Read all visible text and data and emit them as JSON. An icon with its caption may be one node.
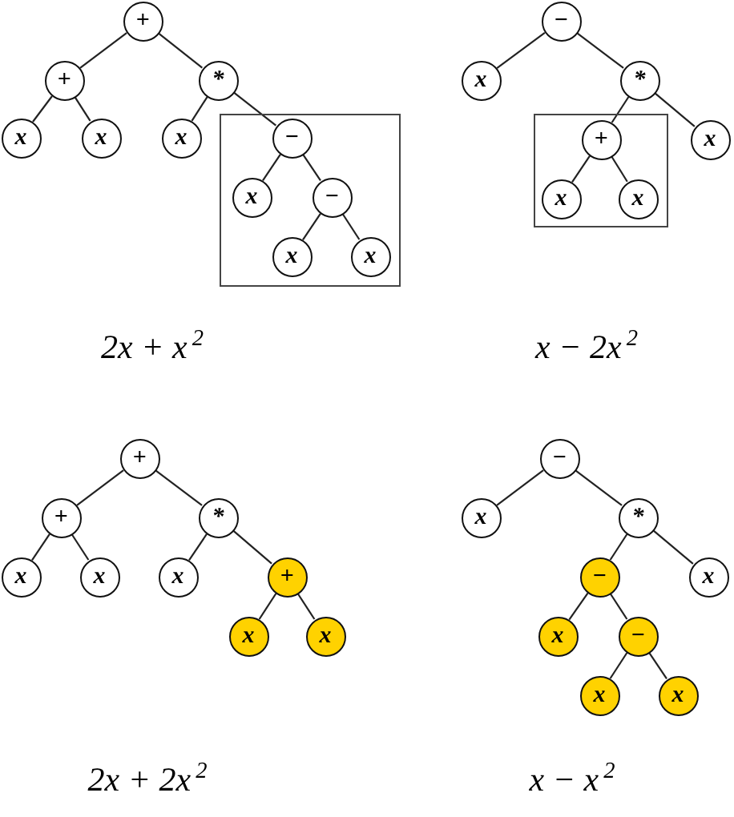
{
  "diagram": {
    "nodes": [
      {
        "text": [
          "+"
        ]
      },
      {
        "text": [
          "+"
        ]
      },
      {
        "text": [
          "*"
        ]
      },
      {
        "text": [
          "x"
        ]
      },
      {
        "text": [
          "x"
        ]
      },
      {
        "text": [
          "x"
        ]
      },
      {
        "text": [],
        "shape": "box"
      },
      {
        "text": [
          "−"
        ],
        "in": 6
      },
      {
        "text": [
          "x"
        ],
        "in": 6
      },
      {
        "text": [
          "−"
        ],
        "in": 6
      },
      {
        "text": [
          "x"
        ],
        "in": 6
      },
      {
        "text": [
          "x"
        ],
        "in": 6
      },
      {
        "text": [
          "−"
        ]
      },
      {
        "text": [
          "x"
        ]
      },
      {
        "text": [
          "*"
        ]
      },
      {
        "text": [],
        "shape": "box"
      },
      {
        "text": [
          "+"
        ],
        "in": 15
      },
      {
        "text": [
          "x"
        ]
      },
      {
        "text": [
          "x"
        ],
        "in": 15
      },
      {
        "text": [
          "x"
        ],
        "in": 15
      },
      {
        "text": [
          "+"
        ]
      },
      {
        "text": [
          "+"
        ]
      },
      {
        "text": [
          "*"
        ]
      },
      {
        "text": [
          "x"
        ]
      },
      {
        "text": [
          "x"
        ]
      },
      {
        "text": [
          "x"
        ]
      },
      {
        "text": [
          "+"
        ]
      },
      {
        "text": [
          "x"
        ]
      },
      {
        "text": [
          "x"
        ]
      },
      {
        "text": [
          "−"
        ]
      },
      {
        "text": [
          "x"
        ]
      },
      {
        "text": [
          "*"
        ]
      },
      {
        "text": [
          "−"
        ]
      },
      {
        "text": [
          "x"
        ]
      },
      {
        "text": [
          "x"
        ]
      },
      {
        "text": [
          "−"
        ]
      },
      {
        "text": [
          "x"
        ]
      },
      {
        "text": [
          "x"
        ]
      }
    ],
    "edges": [
      {
        "from": 0,
        "to": 1,
        "arrow": "none"
      },
      {
        "from": 0,
        "to": 2,
        "arrow": "none"
      },
      {
        "from": 1,
        "to": 3,
        "arrow": "none"
      },
      {
        "from": 1,
        "to": 4,
        "arrow": "none"
      },
      {
        "from": 2,
        "to": 5,
        "arrow": "none"
      },
      {
        "from": 2,
        "to": 7,
        "arrow": "none"
      },
      {
        "from": 7,
        "to": 8,
        "arrow": "none"
      },
      {
        "from": 7,
        "to": 9,
        "arrow": "none"
      },
      {
        "from": 9,
        "to": 10,
        "arrow": "none"
      },
      {
        "from": 9,
        "to": 11,
        "arrow": "none"
      },
      {
        "from": 12,
        "to": 13,
        "arrow": "none"
      },
      {
        "from": 12,
        "to": 14,
        "arrow": "none"
      },
      {
        "from": 14,
        "to": 16,
        "arrow": "none"
      },
      {
        "from": 14,
        "to": 17,
        "arrow": "none"
      },
      {
        "from": 16,
        "to": 18,
        "arrow": "none"
      },
      {
        "from": 16,
        "to": 19,
        "arrow": "none"
      },
      {
        "from": 20,
        "to": 21,
        "arrow": "none"
      },
      {
        "from": 20,
        "to": 22,
        "arrow": "none"
      },
      {
        "from": 21,
        "to": 23,
        "arrow": "none"
      },
      {
        "from": 21,
        "to": 24,
        "arrow": "none"
      },
      {
        "from": 22,
        "to": 25,
        "arrow": "none"
      },
      {
        "from": 22,
        "to": 26,
        "arrow": "none"
      },
      {
        "from": 26,
        "to": 27,
        "arrow": "none"
      },
      {
        "from": 26,
        "to": 28,
        "arrow": "none"
      },
      {
        "from": 29,
        "to": 30,
        "arrow": "none"
      },
      {
        "from": 29,
        "to": 31,
        "arrow": "none"
      },
      {
        "from": 31,
        "to": 32,
        "arrow": "none"
      },
      {
        "from": 31,
        "to": 33,
        "arrow": "none"
      },
      {
        "from": 32,
        "to": 34,
        "arrow": "none"
      },
      {
        "from": 32,
        "to": 35,
        "arrow": "none"
      },
      {
        "from": 35,
        "to": 36,
        "arrow": "none"
      },
      {
        "from": 35,
        "to": 37,
        "arrow": "none"
      }
    ],
    "labels": [
      "2x + x$^{2}$",
      "x − 2x$^{2}$",
      "2x + 2x$^{2}$",
      "x − x$^{2}$"
    ]
  }
}
